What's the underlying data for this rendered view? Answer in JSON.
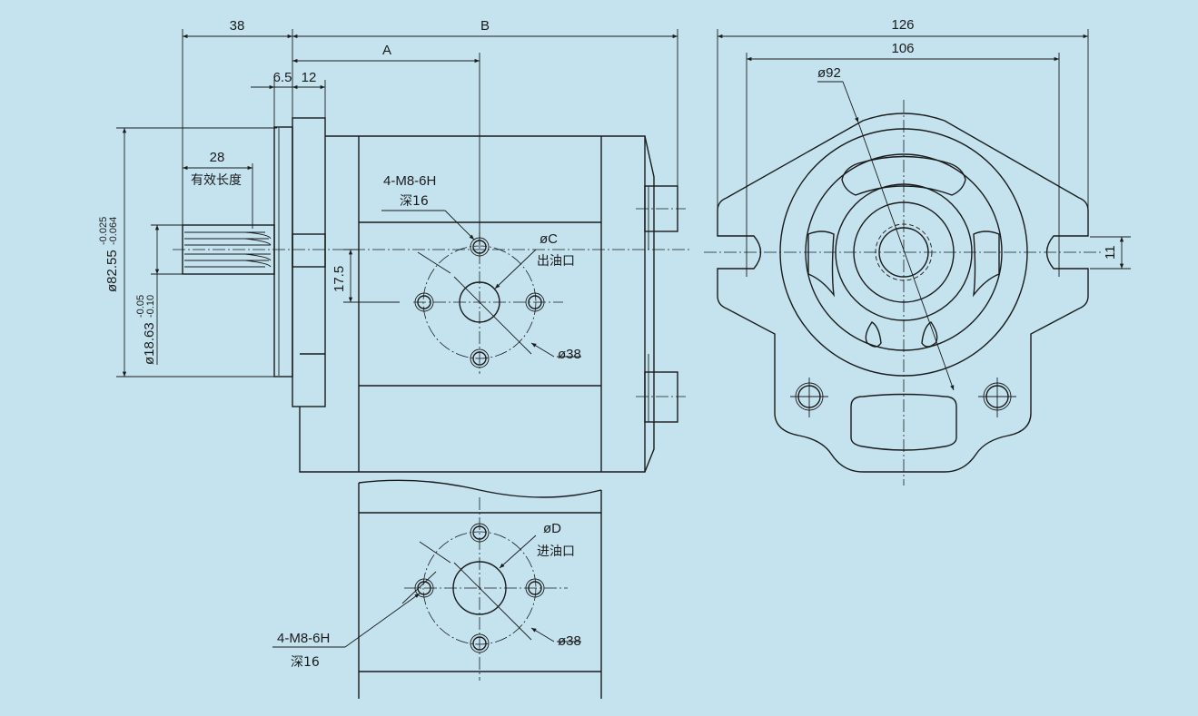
{
  "side_view": {
    "dim_38": "38",
    "dim_b": "B",
    "dim_a": "A",
    "dim_6_5": "6.5",
    "dim_12": "12",
    "dim_28": "28",
    "effective_length": "有效长度",
    "dia_pilot": "ø82.55",
    "dia_pilot_tol_upper": "-0.025",
    "dia_pilot_tol_lower": "-0.064",
    "dia_shaft": "ø18.63",
    "dia_shaft_tol_upper": "-0.05",
    "dia_shaft_tol_lower": "-0.10",
    "dim_17_5": "17.5",
    "outlet_thread": "4-M8-6H",
    "outlet_depth": "深16",
    "outlet_dia": "øC",
    "outlet_label": "出油口",
    "outlet_pcd": "ø38"
  },
  "inlet_view": {
    "inlet_dia": "øD",
    "inlet_label": "进油口",
    "inlet_thread": "4-M8-6H",
    "inlet_depth": "深16",
    "inlet_pcd": "ø38"
  },
  "front_view": {
    "dim_126": "126",
    "dim_106": "106",
    "dia_92": "ø92",
    "dim_11": "11"
  },
  "colors": {
    "background": "#c4e3ef",
    "line": "#1b1b1b"
  }
}
